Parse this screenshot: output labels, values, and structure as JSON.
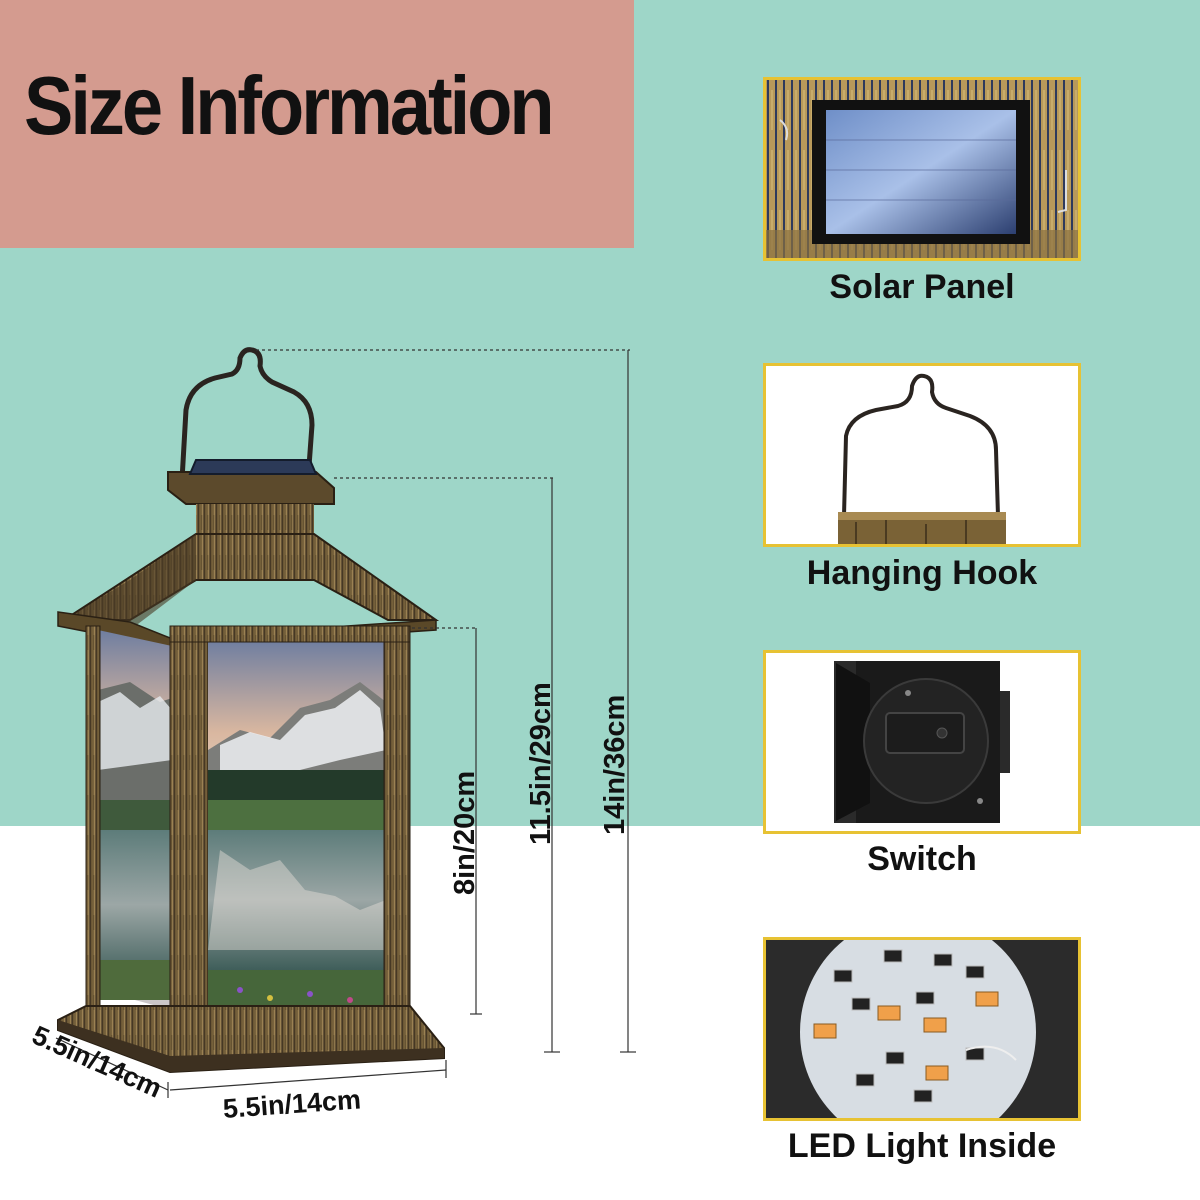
{
  "title": "Size Information",
  "colors": {
    "top_background": "#9ed6c8",
    "title_block": "#d49b8f",
    "frame_border": "#e7c233",
    "bronze": "#6b5530",
    "text": "#111111"
  },
  "dimensions": {
    "total_height": "14in/36cm",
    "body_height": "11.5in/29cm",
    "panel_height": "8in/20cm",
    "width": "5.5in/14cm",
    "depth": "5.5in/14cm"
  },
  "features": [
    {
      "label": "Solar Panel",
      "icon": "solar-panel-icon"
    },
    {
      "label": "Hanging Hook",
      "icon": "hanging-hook-icon"
    },
    {
      "label": "Switch",
      "icon": "switch-icon"
    },
    {
      "label": "LED Light Inside",
      "icon": "led-light-icon"
    }
  ]
}
